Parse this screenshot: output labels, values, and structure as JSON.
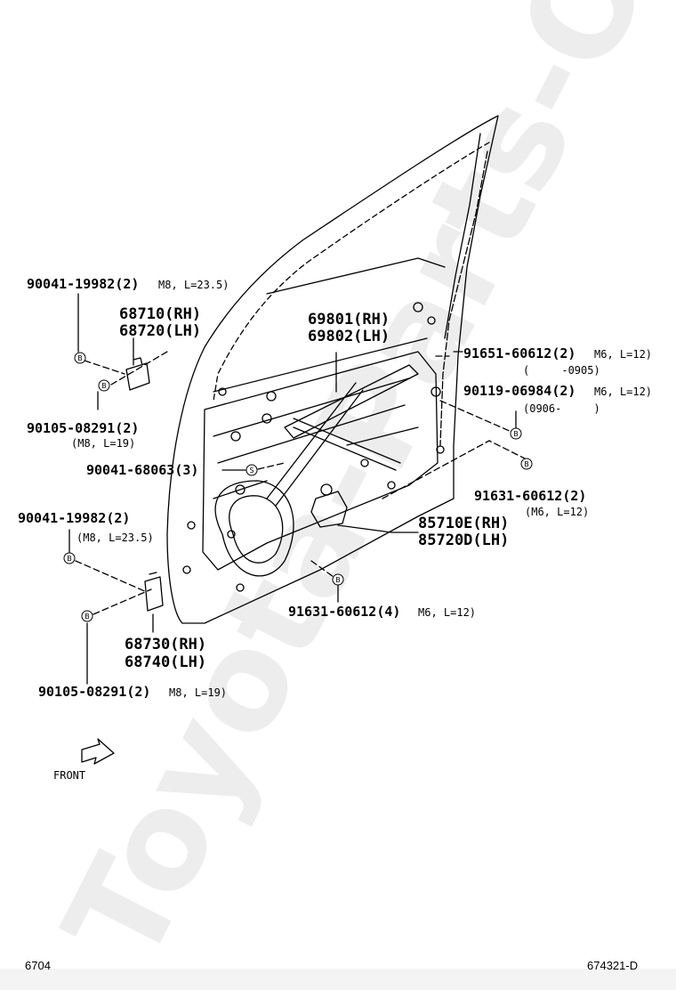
{
  "watermark": "Toyota-Parts-Online.ru",
  "footer": {
    "left_code": "6704",
    "right_code": "674321-D"
  },
  "front_label": "FRONT",
  "marker_letters": {
    "bolt": "B",
    "screw": "S"
  },
  "callouts": {
    "c1": {
      "part": "90041-19982(2)",
      "spec": "M8, L=23.5)"
    },
    "c2": {
      "line1": "68710(RH)",
      "line2": "68720(LH)"
    },
    "c3": {
      "line1": "69801(RH)",
      "line2": "69802(LH)"
    },
    "c4": {
      "part": "91651-60612(2)",
      "spec": "M6, L=12)",
      "range": "(     -0905)"
    },
    "c5": {
      "part": "90119-06984(2)",
      "spec": "M6, L=12)",
      "range": "(0906-     )"
    },
    "c6": {
      "part": "90105-08291(2)",
      "spec": "(M8, L=19)"
    },
    "c7": {
      "part": "90041-68063(3)"
    },
    "c8": {
      "part": "91631-60612(2)",
      "spec": "(M6, L=12)"
    },
    "c9": {
      "part": "90041-19982(2)",
      "spec": "(M8, L=23.5)"
    },
    "c10": {
      "line1": "85710E(RH)",
      "line2": "85720D(LH)"
    },
    "c11": {
      "part": "91631-60612(4)",
      "spec": "M6, L=12)"
    },
    "c12": {
      "line1": "68730(RH)",
      "line2": "68740(LH)"
    },
    "c13": {
      "part": "90105-08291(2)",
      "spec": "M8, L=19)"
    }
  }
}
